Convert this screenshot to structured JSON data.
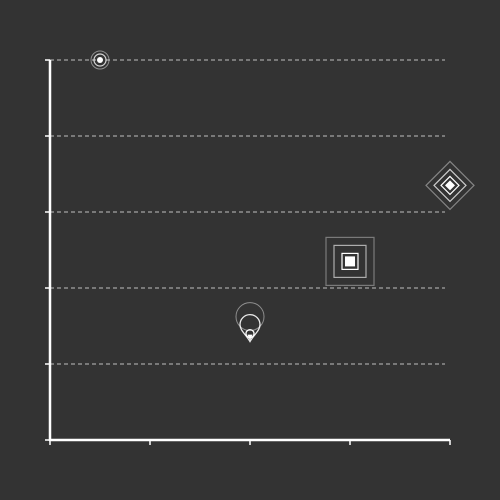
{
  "chart_data": {
    "type": "scatter",
    "title": "",
    "xlabel": "",
    "ylabel": "",
    "xlim": [
      0,
      4
    ],
    "ylim": [
      0,
      5
    ],
    "x_ticks": [
      0,
      1,
      2,
      3,
      4
    ],
    "y_ticks": [
      0,
      1,
      2,
      3,
      4,
      5
    ],
    "grid": {
      "y": true,
      "x": false,
      "style": "dashed"
    },
    "points": [
      {
        "x": 0.5,
        "y": 5.0,
        "marker": "ringed-dot"
      },
      {
        "x": 2.0,
        "y": 1.4,
        "marker": "map-pin"
      },
      {
        "x": 3.0,
        "y": 2.35,
        "marker": "nested-squares"
      },
      {
        "x": 4.0,
        "y": 3.35,
        "marker": "nested-diamonds"
      }
    ],
    "colors": {
      "background": "#333333",
      "axis": "#ffffff",
      "grid": "#cfcfcf",
      "marker": "#ffffff"
    }
  }
}
